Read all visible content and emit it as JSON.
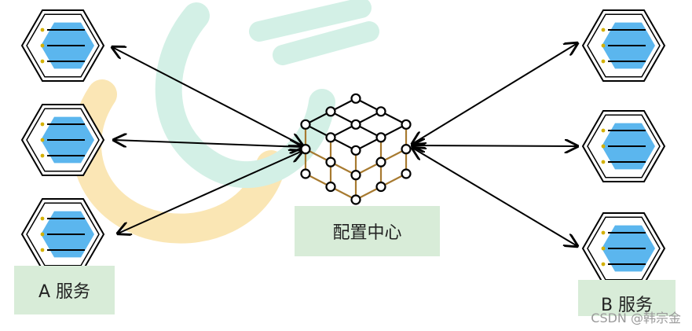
{
  "labels": {
    "service_a": "A 服务",
    "config_center": "配置中心",
    "service_b": "B 服务"
  },
  "watermark": "CSDN @韩宗金",
  "colors": {
    "hex_fill": "#5bb6ee",
    "hex_stroke": "#000000",
    "cube_edge": "#a77a30",
    "label_bg": "#d8ecd8",
    "logo_orange": "#f6c85a",
    "logo_teal": "#3bbfa0"
  },
  "nodes": {
    "service_a": [
      "service-node",
      "service-node",
      "service-node"
    ],
    "service_b": [
      "service-node",
      "service-node",
      "service-node"
    ]
  }
}
